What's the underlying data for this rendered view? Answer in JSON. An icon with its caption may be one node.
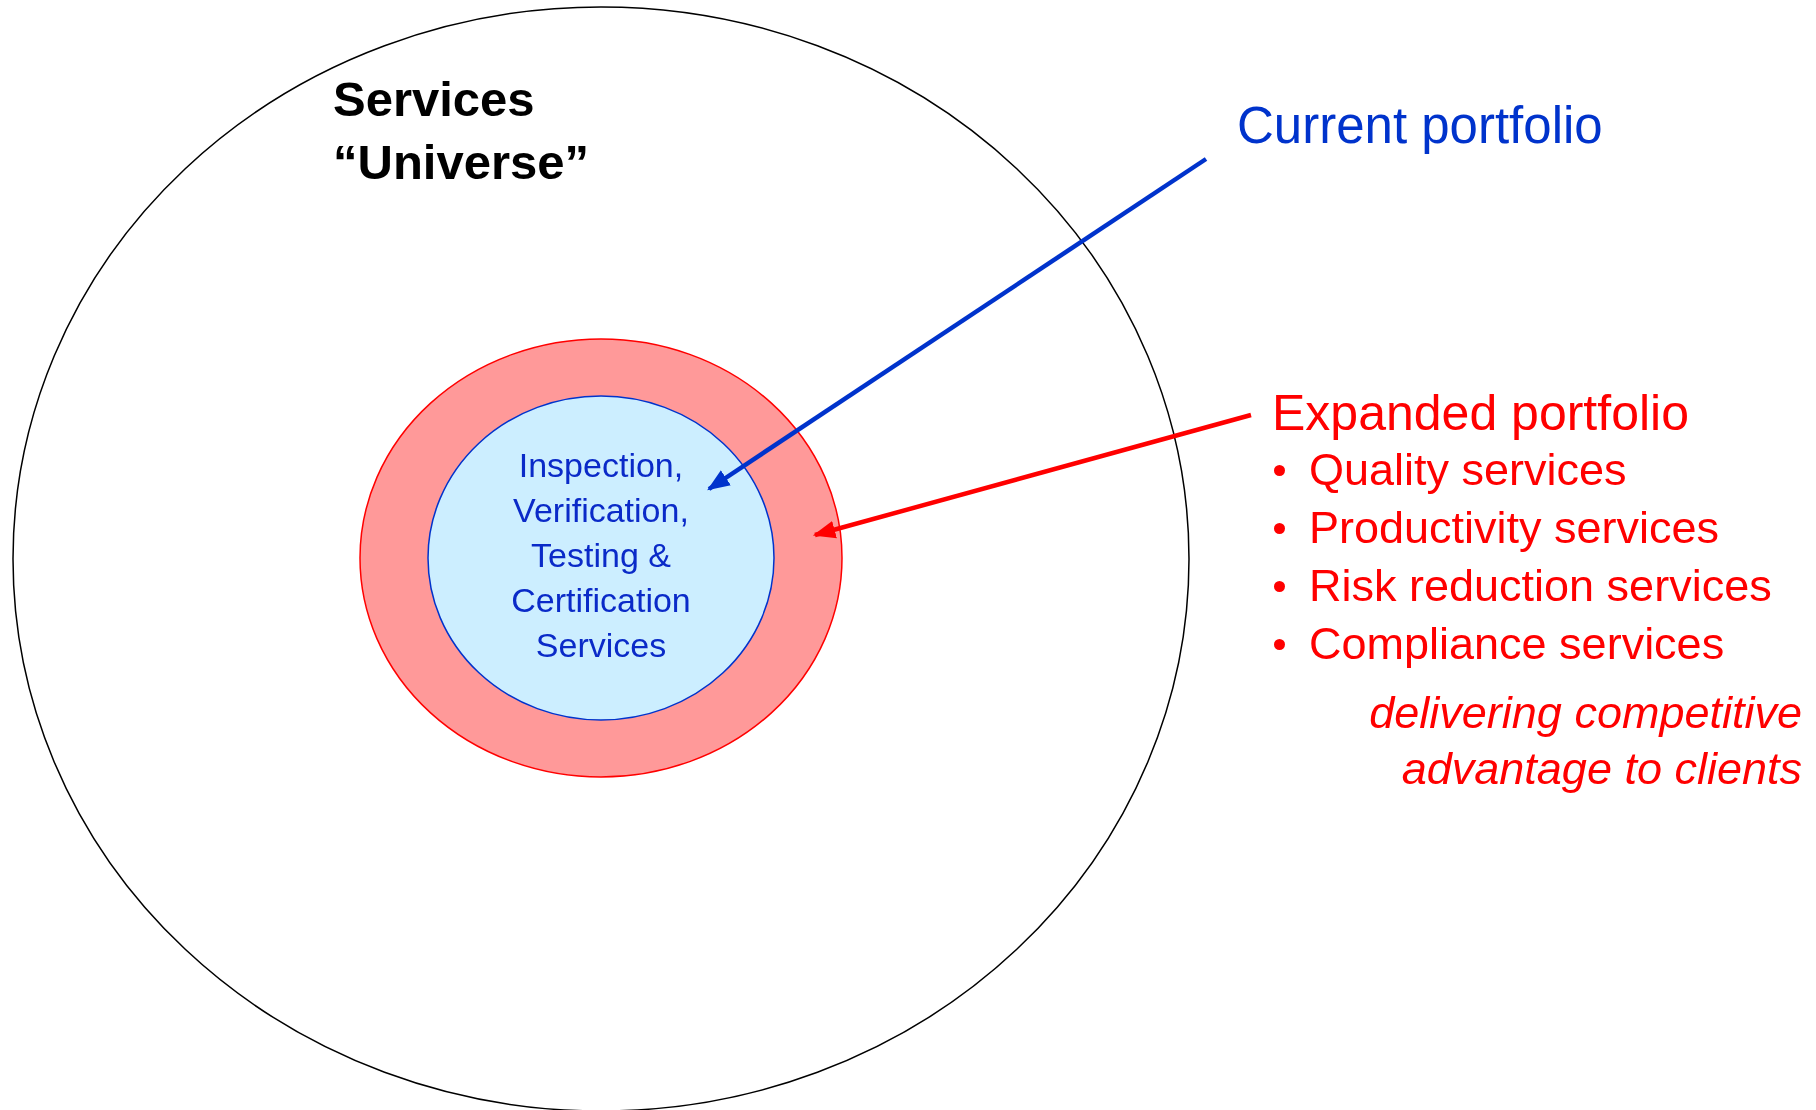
{
  "diagram": {
    "nodes": [
      {
        "text": [
          "Services “Universe”"
        ]
      },
      {
        "text": [],
        "shape": "circle",
        "in": 0
      },
      {
        "text": [
          "Inspection, Verification, Testing & Certification Services"
        ],
        "in": 1
      },
      {
        "text": [
          "Current portfolio"
        ]
      },
      {
        "text": [
          "Expanded portfolio",
          "Quality services",
          "Productivity services",
          "Risk reduction services",
          "Compliance services",
          "delivering competitive advantage to clients"
        ]
      }
    ],
    "edges": [
      {
        "from": 3,
        "to": 2,
        "arrow": "to",
        "color": "#0033cc"
      },
      {
        "from": 4,
        "to": 1,
        "arrow": "to",
        "color": "#ff0000"
      }
    ]
  }
}
